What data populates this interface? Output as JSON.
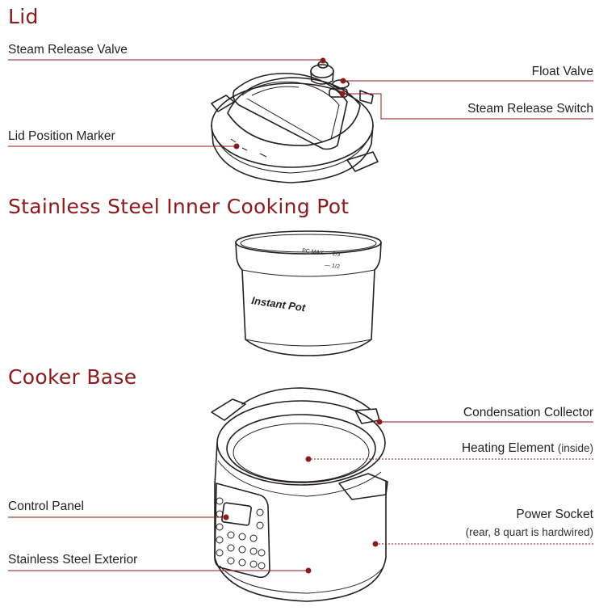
{
  "sections": {
    "lid": {
      "title": "Lid",
      "labels": {
        "steam_release_valve": "Steam Release Valve",
        "float_valve": "Float Valve",
        "steam_release_switch": "Steam Release Switch",
        "lid_position_marker": "Lid Position Marker"
      }
    },
    "inner_pot": {
      "title": "Stainless Steel Inner Cooking Pot",
      "pot_markings": {
        "max_line": "PC MAX — 2/3",
        "half_line": "— 1/2",
        "brand": "Instant Pot"
      }
    },
    "cooker_base": {
      "title": "Cooker Base",
      "labels": {
        "condensation_collector": "Condensation Collector",
        "heating_element": "Heating Element",
        "heating_element_note": "(inside)",
        "control_panel": "Control Panel",
        "power_socket": "Power Socket",
        "power_socket_note": "(rear, 8 quart is hardwired)",
        "stainless_steel_exterior": "Stainless Steel Exterior"
      }
    }
  },
  "colors": {
    "accent": "#8b1a1d",
    "line_art": "#231f20"
  }
}
